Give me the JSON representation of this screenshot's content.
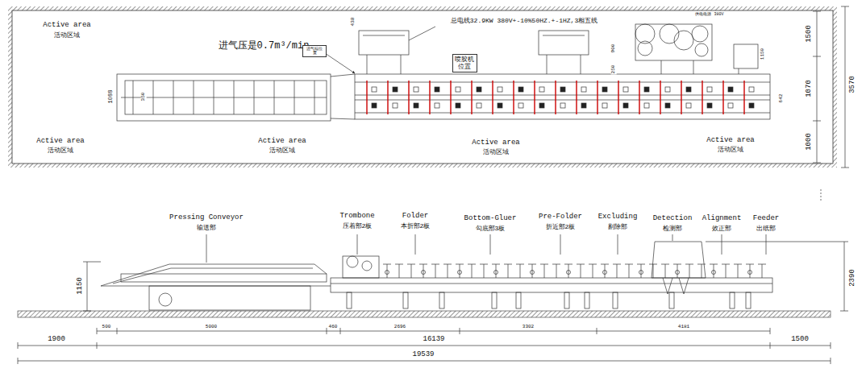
{
  "diagram": {
    "nodes": [
      {
        "text": [
          "喷胶机位置"
        ]
      },
      {
        "text": [
          "进气端位置"
        ]
      }
    ],
    "labels": [
      "Active area",
      "活动区域",
      "Active area",
      "活动区域",
      "Active area",
      "活动区域",
      "Active area",
      "活动区域",
      "Active area",
      "活动区域",
      "进气压是0.7m³/min",
      "总电线32.9KW 380V+-10%50HZ.+-1HZ,3相五线",
      "供电电源 380V",
      "438",
      "1088",
      "350",
      "900",
      "250",
      "1150",
      "642",
      "1500",
      "1070",
      "1000",
      "3570",
      "Pressing Conveyor",
      "输送部",
      "Trombone",
      "压着部2板",
      "Folder",
      "本折部2板",
      "Bottom-Gluer",
      "勾底部3板",
      "Pre-Folder",
      "折近部2板",
      "Excluding",
      "剔除部",
      "Detection",
      "检测部",
      "Alignment",
      "效正部",
      "Feeder",
      "出纸部",
      "1150",
      "2390",
      "500",
      "5000",
      "460",
      "2696",
      "3302",
      "4181",
      "1900",
      "16139",
      "1500",
      "19539"
    ]
  }
}
